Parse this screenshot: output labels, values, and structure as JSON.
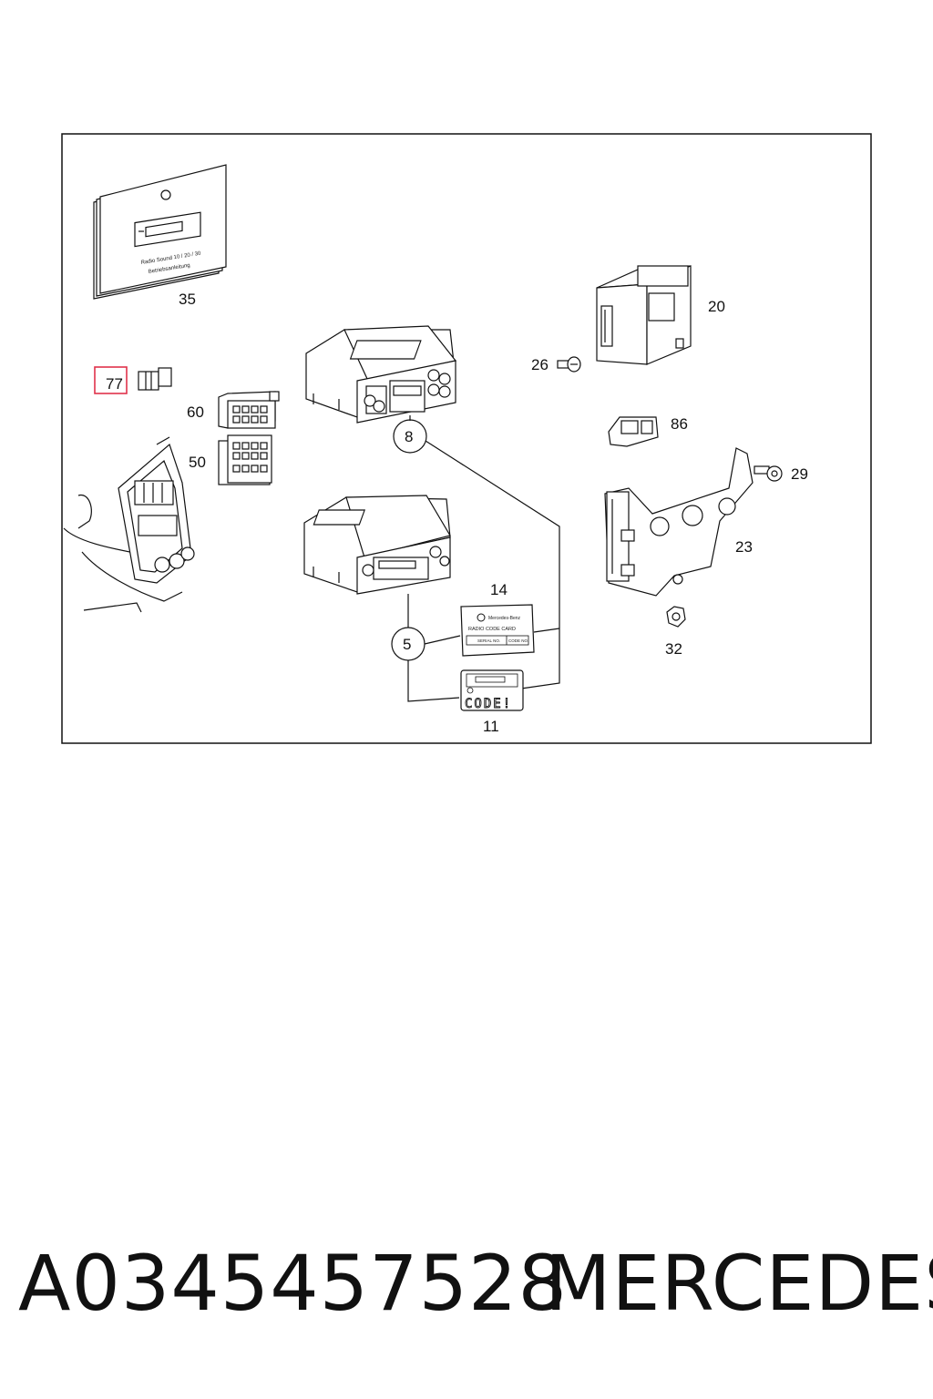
{
  "diagram": {
    "highlight_color": "#e0324b",
    "labels": {
      "p35": "35",
      "p20": "20",
      "p26": "26",
      "p77": "77",
      "p60": "60",
      "p8": "8",
      "p86": "86",
      "p50": "50",
      "p29": "29",
      "p23": "23",
      "p14": "14",
      "p5": "5",
      "p32": "32",
      "p11": "11"
    },
    "manual": {
      "line1": "Radio Sound 10 / 20 / 30",
      "line2": "Betriebsanleitung"
    },
    "code_card": {
      "brand": "Mercedes-Benz",
      "title": "RADIO CODE CARD",
      "serial_label": "SERIAL NO.",
      "code_label": "CODE NO."
    },
    "code_sticker": "CODE!"
  },
  "footer": {
    "part_number": "A0345457528",
    "brand": "MERCEDES"
  }
}
